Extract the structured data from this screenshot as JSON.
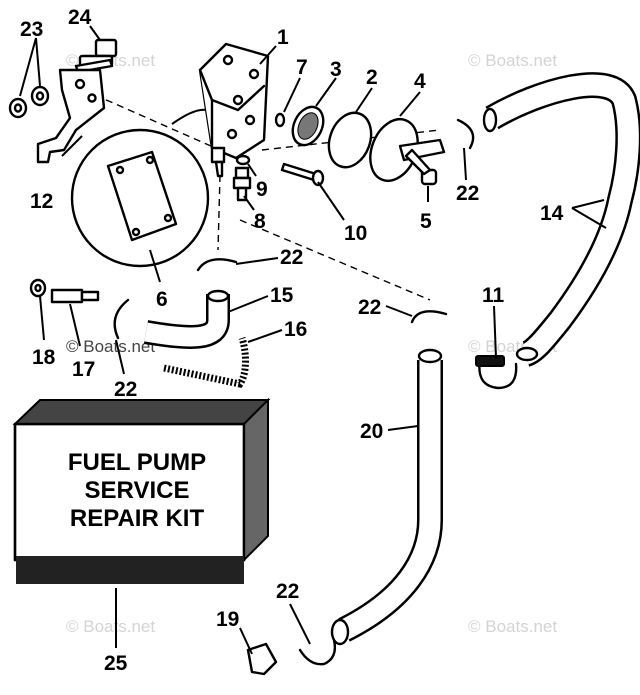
{
  "watermark": "© Boats.net",
  "kit_label": {
    "line1": "FUEL PUMP",
    "line2": "SERVICE",
    "line3": "REPAIR KIT"
  },
  "callouts": {
    "c1": "1",
    "c2": "2",
    "c3": "3",
    "c4": "4",
    "c5": "5",
    "c6": "6",
    "c7": "7",
    "c8": "8",
    "c9": "9",
    "c10": "10",
    "c11": "11",
    "c12": "12",
    "c14": "14",
    "c15": "15",
    "c16": "16",
    "c17": "17",
    "c18": "18",
    "c19": "19",
    "c20": "20",
    "c22a": "22",
    "c22b": "22",
    "c22c": "22",
    "c22d": "22",
    "c22e": "22",
    "c23": "23",
    "c24": "24",
    "c25": "25"
  }
}
